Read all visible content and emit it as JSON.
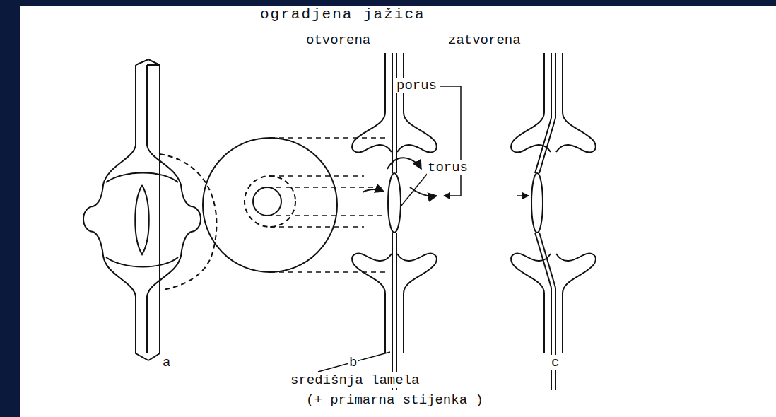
{
  "diagram": {
    "labels": [
      "ogradjena jažica",
      "otvorena",
      "zatvorena",
      "porus",
      "torus",
      "a",
      "b",
      "c",
      "središnja lamela",
      "(+ primarna stijenka )"
    ]
  }
}
